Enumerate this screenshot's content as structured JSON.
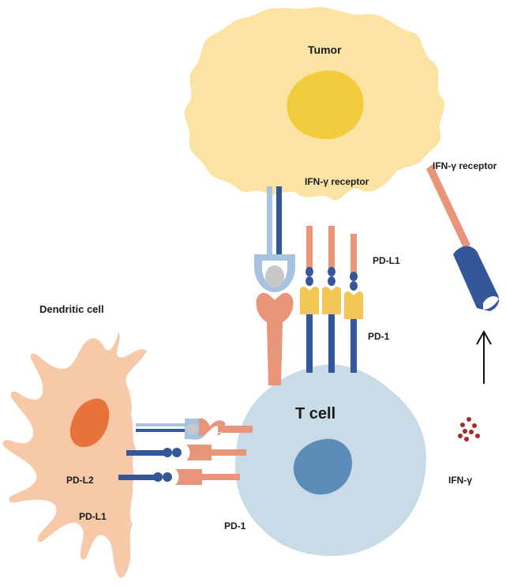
{
  "labels": {
    "tumor": "Tumor",
    "ifn_receptor_tumor": "IFN-γ receptor",
    "ifn_receptor_side": "IFN-γ receptor",
    "pd_l1_tumor": "PD-L1",
    "pd_1_tumor": "PD-1",
    "dendritic_cell": "Dendritic cell",
    "t_cell": "T cell",
    "pd_l2": "PD-L2",
    "pd_l1_dc": "PD-L1",
    "pd_1_dc": "PD-1",
    "ifn_gamma": "IFN-γ"
  },
  "colors": {
    "tumor_cell": "#fbe3a4",
    "tumor_nucleus": "#f2cc3d",
    "t_cell": "#c9dbe7",
    "t_cell_nucleus": "#5c8db8",
    "dendritic_cell": "#f7c9a8",
    "dendritic_nucleus": "#e8733a",
    "receptor_salmon": "#e9957a",
    "receptor_blue_dark": "#34579a",
    "receptor_blue_light": "#a8c3e0",
    "receptor_yellow": "#f2c654",
    "ifn_dots": "#a52a2a"
  }
}
